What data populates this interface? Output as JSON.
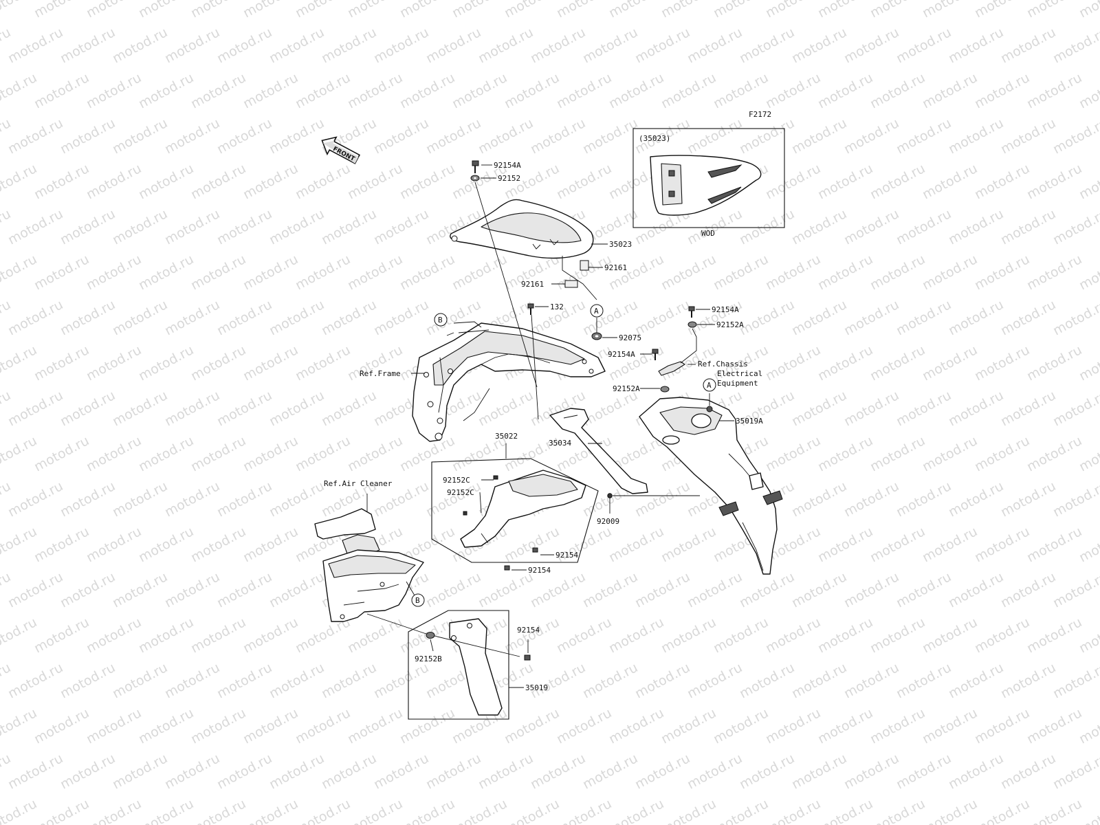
{
  "diagram": {
    "code": "F2172",
    "front_arrow_text": "FRONT",
    "watermark_text": "motod.ru",
    "inset": {
      "title": "(35023)",
      "caption": "WOD"
    },
    "circle_markers": {
      "a_upper": "A",
      "a_lower": "A",
      "b_frame": "B",
      "b_cleaner": "B"
    },
    "refs": {
      "frame": "Ref.Frame",
      "air_cleaner": "Ref.Air Cleaner",
      "chassis_line1": "Ref.Chassis",
      "chassis_line2": "Electrical",
      "chassis_line3": "Equipment"
    },
    "parts": {
      "p_92154A_top": "92154A",
      "p_92152_top": "92152",
      "p_35023": "35023",
      "p_92161_right": "92161",
      "p_92161_left": "92161",
      "p_132": "132",
      "p_92075": "92075",
      "p_92154A_right": "92154A",
      "p_92152A_right": "92152A",
      "p_92154A_mid": "92154A",
      "p_92152A_mid": "92152A",
      "p_35019A": "35019A",
      "p_35022": "35022",
      "p_35034": "35034",
      "p_92152C_a": "92152C",
      "p_92152C_b": "92152C",
      "p_92009": "92009",
      "p_92154_a": "92154",
      "p_92154_b": "92154",
      "p_92154_c": "92154",
      "p_92152B": "92152B",
      "p_35019": "35019"
    }
  }
}
